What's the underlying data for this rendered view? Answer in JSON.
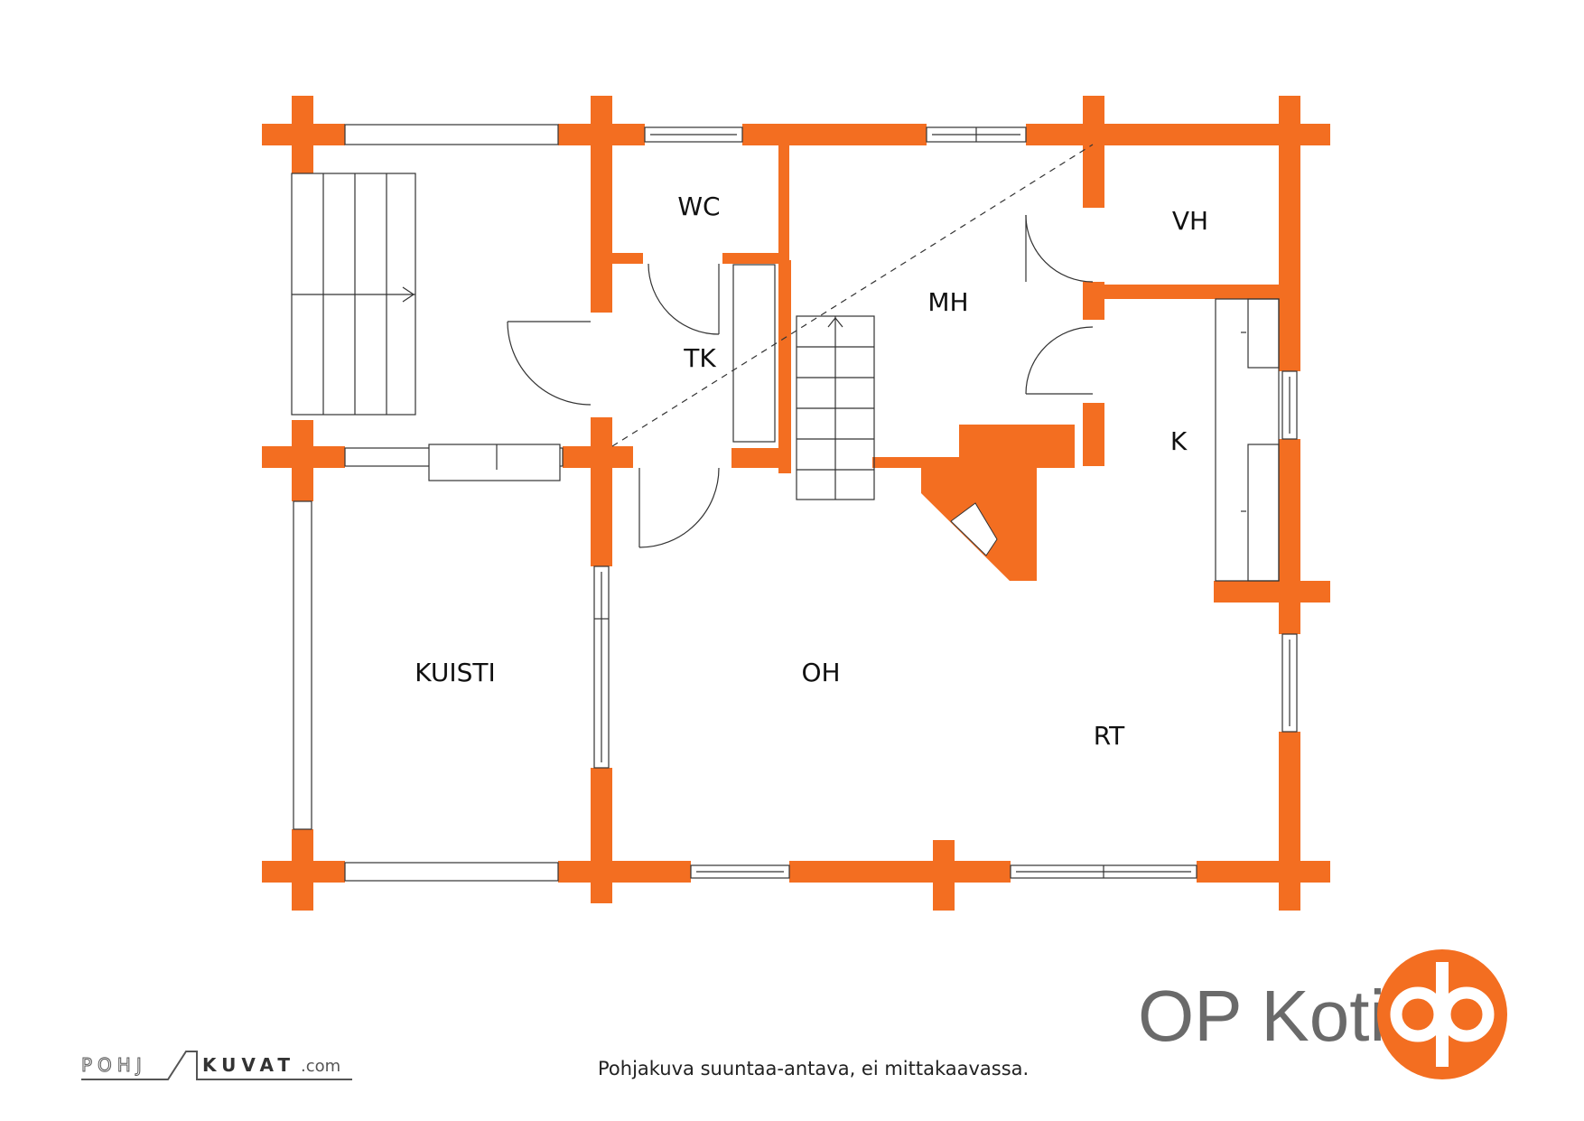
{
  "colors": {
    "wall": "#F36E21",
    "line": "#333333",
    "text": "#111111",
    "brand_gray": "#6A6A6A"
  },
  "rooms": {
    "wc": "WC",
    "vh": "VH",
    "mh": "MH",
    "tk": "TK",
    "k": "K",
    "kuisti": "KUISTI",
    "oh": "OH",
    "rt": "RT"
  },
  "brand": {
    "name": "OP Koti",
    "logo_icon": "op-logo-icon"
  },
  "footer": {
    "pohj": "POHJ",
    "kuvat": "KUVAT",
    "domain": ".com",
    "disclaimer": "Pohjakuva suuntaa-antava, ei mittakaavassa."
  }
}
